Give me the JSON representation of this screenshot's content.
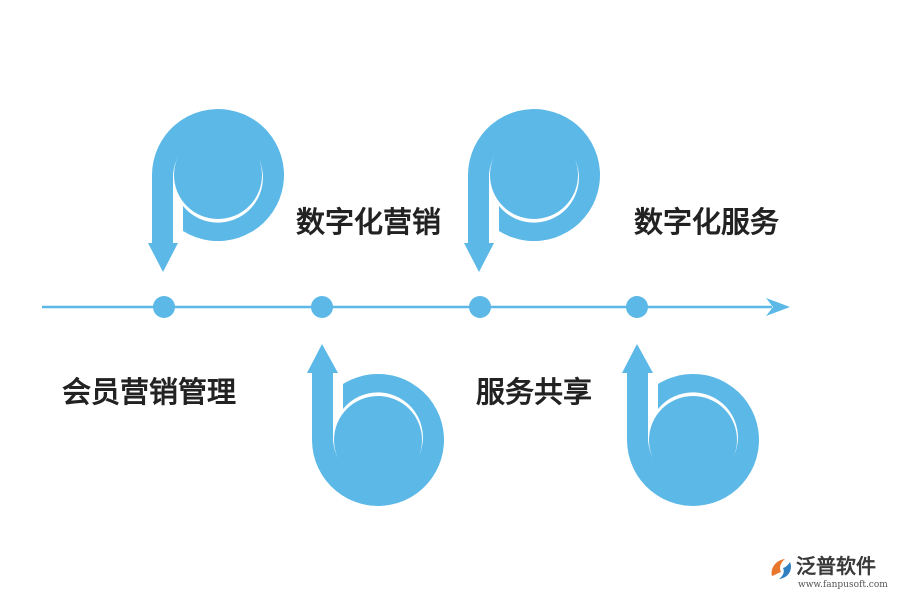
{
  "labels": {
    "member": "会员营销管理",
    "digital_marketing": "数字化营销",
    "service_sharing": "服务共享",
    "digital_service": "数字化服务"
  },
  "logo": {
    "name": "泛普软件",
    "url": "www.fanpusoft.com"
  },
  "colors": {
    "accent": "#5cb8e6",
    "text": "#222222",
    "logo_orange": "#e8762c",
    "logo_blue": "#2f7fc1"
  }
}
